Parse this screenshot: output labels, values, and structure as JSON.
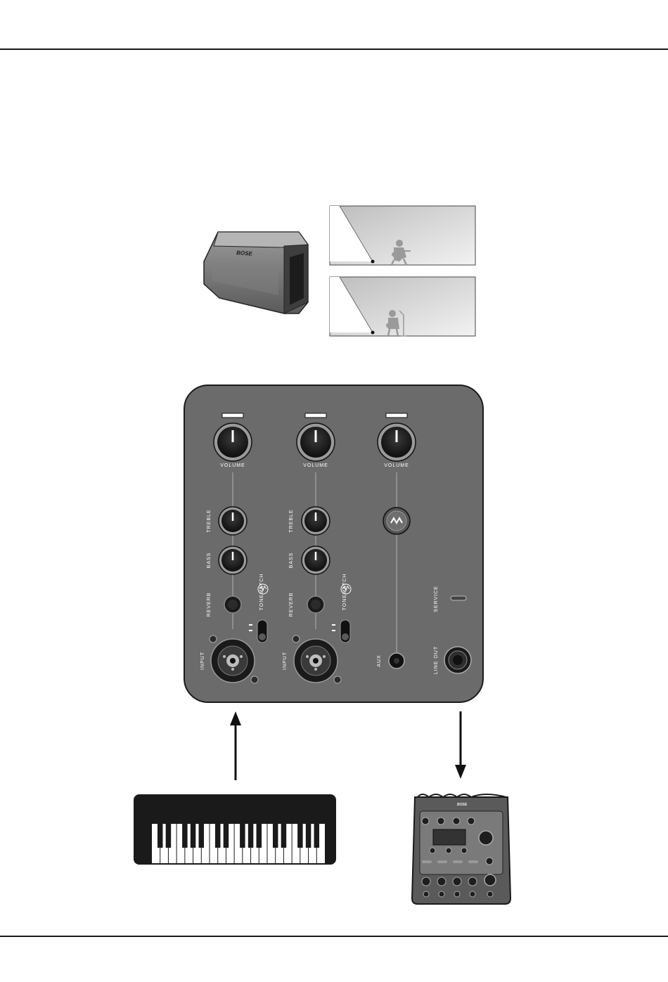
{
  "brand": {
    "logo_text": "BOSE"
  },
  "control_panel": {
    "background": "#6b6b6b",
    "channels": [
      {
        "volume_label": "VOLUME",
        "treble_label": "TREBLE",
        "bass_label": "BASS",
        "reverb_label": "REVERB",
        "tonematch_label": "TONEMATCH",
        "input_label": "INPUT"
      },
      {
        "volume_label": "VOLUME",
        "treble_label": "TREBLE",
        "bass_label": "BASS",
        "reverb_label": "REVERB",
        "tonematch_label": "TONEMATCH",
        "input_label": "INPUT"
      },
      {
        "volume_label": "VOLUME",
        "aux_label": "AUX"
      }
    ],
    "service_label": "SERVICE",
    "line_out_label": "LINE OUT"
  }
}
